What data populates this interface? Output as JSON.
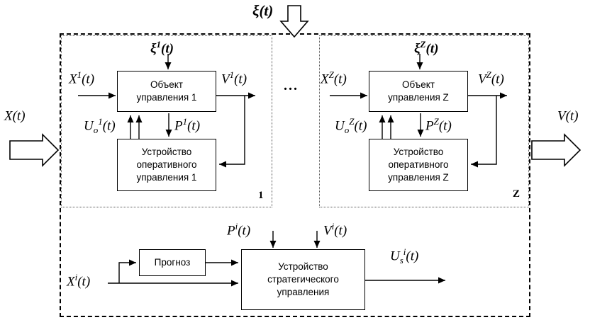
{
  "boxes": {
    "object1": {
      "line1": "Объект",
      "line2": "управления 1"
    },
    "device1": {
      "line1": "Устройство",
      "line2": "оперативного",
      "line3": "управления 1"
    },
    "objectZ": {
      "line1": "Объект",
      "line2": "управления Z"
    },
    "deviceZ": {
      "line1": "Устройство",
      "line2": "оперативного",
      "line3": "управления Z"
    },
    "forecast": {
      "line1": "Прогноз"
    },
    "strategic": {
      "line1": "Устройство",
      "line2": "стратегического",
      "line3": "управления"
    }
  },
  "labels": {
    "xi": {
      "base": "ξ",
      "tail": "(t)"
    },
    "x_in": {
      "base": "X",
      "tail": "(t)"
    },
    "v_out": {
      "base": "V",
      "tail": "(t)"
    },
    "xi1": {
      "base": "ξ",
      "sup": "1",
      "tail": "(t)"
    },
    "x1": {
      "base": "X",
      "sup": "1",
      "tail": "(t)"
    },
    "v1": {
      "base": "V",
      "sup": "1",
      "tail": "(t)"
    },
    "uo1": {
      "base": "U",
      "sub": "o",
      "sup": "1",
      "tail": "(t)"
    },
    "p1": {
      "base": "P",
      "sup": "1",
      "tail": "(t)"
    },
    "xiZ": {
      "base": "ξ",
      "sup": "Z",
      "tail": "(t)"
    },
    "xZ": {
      "base": "X",
      "sup": "Z",
      "tail": "(t)"
    },
    "vZ": {
      "base": "V",
      "sup": "Z",
      "tail": "(t)"
    },
    "uoZ": {
      "base": "U",
      "sub": "o",
      "sup": "Z",
      "tail": "(t)"
    },
    "pZ": {
      "base": "P",
      "sup": "Z",
      "tail": "(t)"
    },
    "pi": {
      "base": "P",
      "sup": "i",
      "tail": "(t)"
    },
    "vi": {
      "base": "V",
      "sup": "i",
      "tail": "(t)"
    },
    "xi_i": {
      "base": "X",
      "sup": "i",
      "tail": "(t)"
    },
    "usi": {
      "base": "U",
      "sub": "s",
      "sup": "i",
      "tail": "(t)"
    }
  },
  "annotations": {
    "subsystem1": "1",
    "subsystemZ": "Z",
    "ellipsis": "..."
  },
  "colors": {
    "line": "#000000",
    "background": "#ffffff"
  }
}
